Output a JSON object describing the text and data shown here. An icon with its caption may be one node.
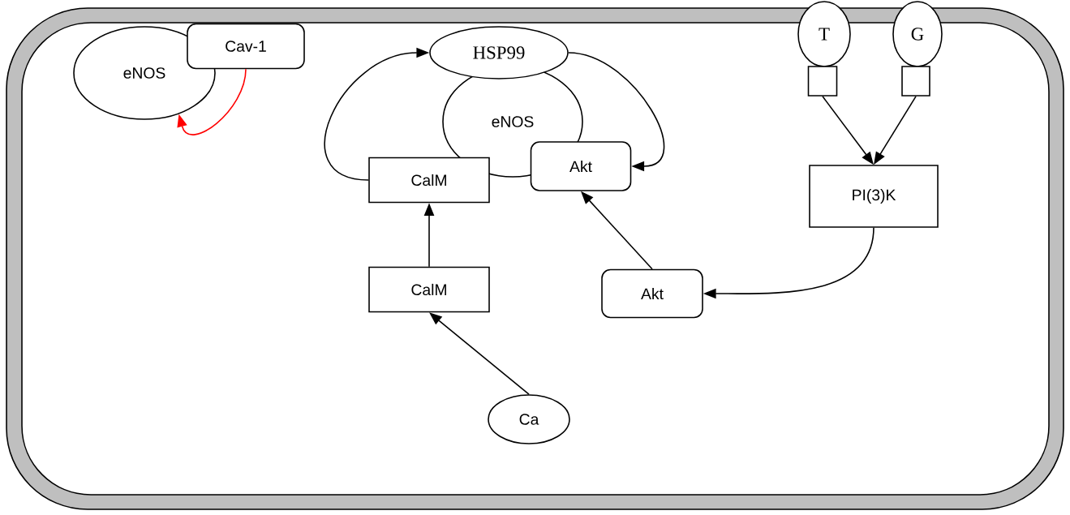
{
  "diagram": {
    "nodes": [
      {
        "text": [
          "eNOS"
        ]
      },
      {
        "text": [
          "Cav-1"
        ]
      },
      {
        "text": [
          "eNOS"
        ]
      },
      {
        "text": [
          "HSP99"
        ]
      },
      {
        "text": [
          "CalM"
        ]
      },
      {
        "text": [
          "Akt"
        ]
      },
      {
        "text": [
          "T"
        ]
      },
      {
        "text": [
          "G"
        ]
      },
      {
        "text": [],
        "shape": "box"
      },
      {
        "text": [],
        "shape": "box"
      },
      {
        "text": [
          "PI(3)K"
        ]
      },
      {
        "text": [
          "CalM"
        ]
      },
      {
        "text": [
          "Akt"
        ]
      },
      {
        "text": [
          "Ca"
        ]
      }
    ],
    "edges": [
      {
        "from": 1,
        "to": 0,
        "arrow": "to",
        "color": "#ff0000"
      },
      {
        "from": 4,
        "to": 3,
        "arrow": "to"
      },
      {
        "from": 3,
        "to": 5,
        "arrow": "to"
      },
      {
        "from": 11,
        "to": 4,
        "arrow": "to"
      },
      {
        "from": 13,
        "to": 11,
        "arrow": "to"
      },
      {
        "from": 12,
        "to": 5,
        "arrow": "to"
      },
      {
        "from": 10,
        "to": 12,
        "arrow": "to"
      },
      {
        "from": 8,
        "to": 10,
        "arrow": "to"
      },
      {
        "from": 9,
        "to": 10,
        "arrow": "to"
      }
    ]
  }
}
